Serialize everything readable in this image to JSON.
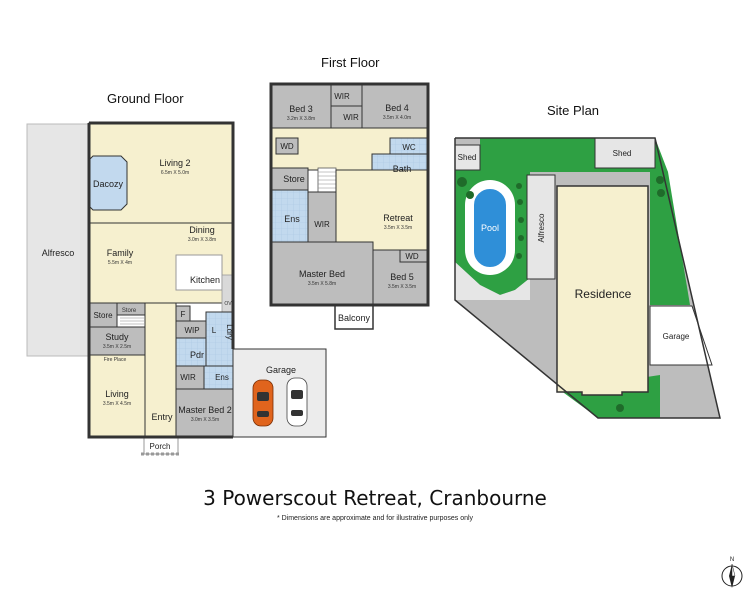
{
  "headings": {
    "ground_floor": "Ground Floor",
    "first_floor": "First Floor",
    "site_plan": "Site Plan"
  },
  "address": "3 Powerscout Retreat, Cranbourne",
  "disclaimer": "* Dimensions are approximate and for illustrative purposes only",
  "compass_label": "N",
  "colors": {
    "living": "#f6f0cf",
    "wet": "#c2d9ee",
    "service": "#bdbdbd",
    "outdoor": "#e6e6e6",
    "lawn": "#2ea043",
    "pool": "#2f8fd8",
    "wall": "#333333"
  },
  "ground_floor": {
    "alfresco": "Alfresco",
    "living2": {
      "name": "Living 2",
      "dim": "6.5m X 5.0m"
    },
    "dacozy": "Dacozy",
    "dining": {
      "name": "Dining",
      "dim": "3.0m X 3.8m"
    },
    "family": {
      "name": "Family",
      "dim": "5.5m X 4m"
    },
    "kitchen": "Kitchen",
    "ov": "OV",
    "store1": "Store",
    "store2": "Store",
    "study": {
      "name": "Study",
      "dim": "3.5m X 2.5m"
    },
    "fireplace": "Fire Place",
    "f": "F",
    "wip": "WIP",
    "l": "L",
    "pdr": "Pdr",
    "ldry": "Ldry",
    "living": {
      "name": "Living",
      "dim": "3.5m X 4.5m"
    },
    "entry": "Entry",
    "porch": "Porch",
    "wir": "WIR",
    "ens": "Ens",
    "master_bed2": {
      "name": "Master Bed 2",
      "dim": "3.0m X 3.5m"
    },
    "garage": "Garage"
  },
  "first_floor": {
    "bed3": {
      "name": "Bed 3",
      "dim": "3.2m X 3.8m"
    },
    "wir_top": "WIR",
    "wir_mid": "WIR",
    "bed4": {
      "name": "Bed 4",
      "dim": "3.5m X 4.0m"
    },
    "wd1": "WD",
    "wc": "WC",
    "bath": "Bath",
    "store": "Store",
    "ens": "Ens",
    "wir_ens": "WIR",
    "retreat": {
      "name": "Retreat",
      "dim": "3.5m X 3.5m"
    },
    "wd2": "WD",
    "master_bed": {
      "name": "Master Bed",
      "dim": "3.5m X 5.8m"
    },
    "bed5": {
      "name": "Bed 5",
      "dim": "3.5m X 3.5m"
    },
    "balcony": "Balcony"
  },
  "site_plan": {
    "shed1": "Shed",
    "shed2": "Shed",
    "pool": "Pool",
    "alfresco": "Alfresco",
    "residence": "Residence",
    "garage": "Garage"
  }
}
